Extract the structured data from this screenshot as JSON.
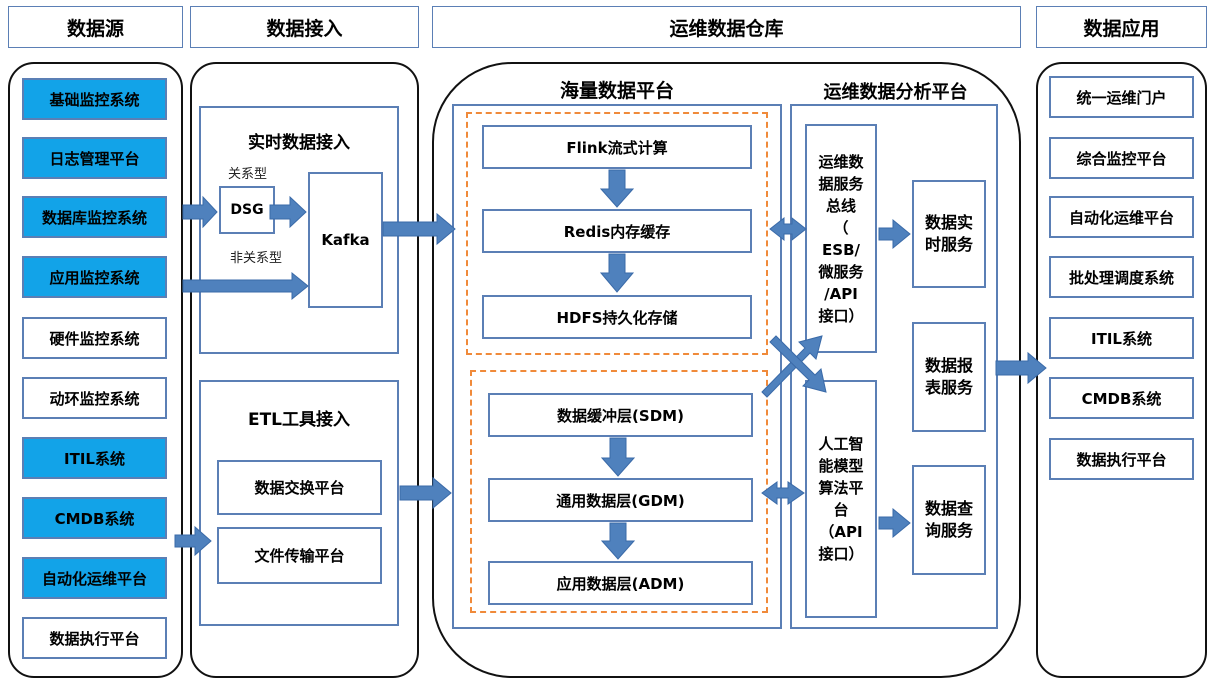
{
  "headers": {
    "sources": "数据源",
    "ingest": "数据接入",
    "warehouse": "运维数据仓库",
    "apps": "数据应用"
  },
  "sources": [
    "基础监控系统",
    "日志管理平台",
    "数据库监控系统",
    "应用监控系统",
    "硬件监控系统",
    "动环监控系统",
    "ITIL系统",
    "CMDB系统",
    "自动化运维平台",
    "数据执行平台"
  ],
  "source_highlight": [
    true,
    true,
    true,
    true,
    false,
    false,
    true,
    true,
    true,
    false
  ],
  "ingest": {
    "realtime_title": "实时数据接入",
    "relational": "关系型",
    "dsg": "DSG",
    "non_relational": "非关系型",
    "kafka": "Kafka",
    "etl_title": "ETL工具接入",
    "exchange": "数据交换平台",
    "file_transfer": "文件传输平台"
  },
  "warehouse": {
    "mass_title": "海量数据平台",
    "flink": "Flink流式计算",
    "redis": "Redis内存缓存",
    "hdfs": "HDFS持久化存储",
    "sdm": "数据缓冲层(SDM)",
    "gdm": "通用数据层(GDM)",
    "adm": "应用数据层(ADM)",
    "analysis_title": "运维数据分析平台",
    "esb": [
      "运维数",
      "据服务",
      "总线",
      "（",
      "ESB/",
      "微服务",
      "/API",
      "接口）"
    ],
    "ai": [
      "人工智",
      "能模型",
      "算法平",
      "台",
      "（API",
      "接口）"
    ],
    "realtime_service": [
      "数据实",
      "时服务"
    ],
    "report_service": [
      "数据报",
      "表服务"
    ],
    "query_service": [
      "数据查",
      "询服务"
    ]
  },
  "apps": [
    "统一运维门户",
    "综合监控平台",
    "自动化运维平台",
    "批处理调度系统",
    "ITIL系统",
    "CMDB系统",
    "数据执行平台"
  ],
  "colors": {
    "arrow": "#4f81bd",
    "border": "#5b7fb5",
    "highlight": "#12a3e8",
    "dash": "#f08a3a"
  }
}
